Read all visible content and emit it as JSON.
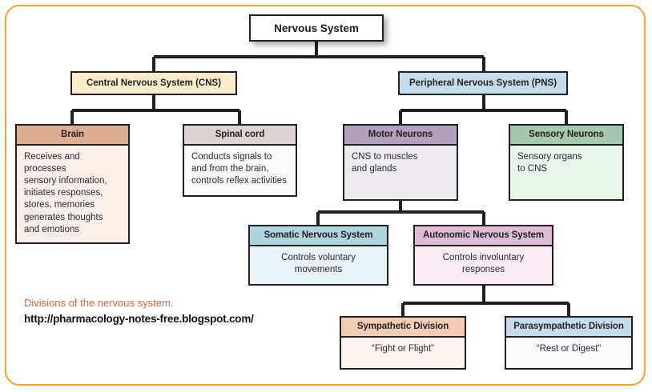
{
  "frame": {
    "accent_color": "#f5a623"
  },
  "diagram": {
    "root": {
      "label": "Nervous System"
    },
    "level2": [
      {
        "label": "Central Nervous System (CNS)",
        "color": "#fbeccc"
      },
      {
        "label": "Peripheral Nervous System (PNS)",
        "color": "#c5dceb"
      }
    ],
    "level3": [
      {
        "title": "Brain",
        "header_color": "#ddae93",
        "body": "Receives and processes\nsensory information,\ninitiates responses,\nstores, memories\ngenerates thoughts\nand emotions"
      },
      {
        "title": "Spinal cord",
        "header_color": "#dbd4d2",
        "body": "Conducts signals to\nand from the brain,\ncontrols reflex activities"
      },
      {
        "title": "Motor Neurons",
        "header_color": "#b2a2bc",
        "body": "CNS to muscles\nand glands"
      },
      {
        "title": "Sensory Neurons",
        "header_color": "#a5c9ae",
        "body": "Sensory organs\nto CNS"
      }
    ],
    "level4": [
      {
        "title": "Somatic Nervous System",
        "header_color": "#aed4dd",
        "body": "Controls voluntary\nmovements"
      },
      {
        "title": "Autonomic Nervous System",
        "header_color": "#ddbcd6",
        "body": "Controls involuntary\nresponses"
      }
    ],
    "level5": [
      {
        "title": "Sympathetic Division",
        "header_color": "#f2cdb3",
        "body": "“Fight or Flight”"
      },
      {
        "title": "Parasympathetic Division",
        "header_color": "#c5dceb",
        "body": "“Rest or Digest”"
      }
    ]
  },
  "caption": {
    "line1": "Divisions of the nervous system.",
    "line2": "http://pharmacology-notes-free.blogspot.com/",
    "line1_color": "#e8613c"
  }
}
